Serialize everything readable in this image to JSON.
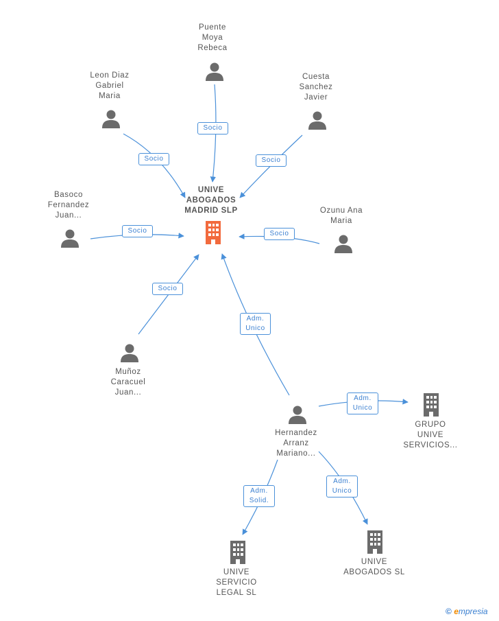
{
  "colors": {
    "edge": "#4a90d9",
    "person_icon": "#6b6b6b",
    "building": "#6b6b6b",
    "center_building": "#f26a3d",
    "label_text": "#555555"
  },
  "center": {
    "lines": [
      "UNIVE",
      "ABOGADOS",
      "MADRID  SLP"
    ],
    "icon": "building-icon"
  },
  "persons": [
    {
      "id": "puente",
      "lines": [
        "Puente",
        "Moya",
        "Rebeca"
      ],
      "icon": "person-icon"
    },
    {
      "id": "leon",
      "lines": [
        "Leon Diaz",
        "Gabriel",
        "Maria"
      ],
      "icon": "person-icon"
    },
    {
      "id": "cuesta",
      "lines": [
        "Cuesta",
        "Sanchez",
        "Javier"
      ],
      "icon": "person-icon"
    },
    {
      "id": "basoco",
      "lines": [
        "Basoco",
        "Fernandez",
        "Juan..."
      ],
      "icon": "person-icon"
    },
    {
      "id": "ozunu",
      "lines": [
        "Ozunu Ana",
        "Maria"
      ],
      "icon": "person-icon"
    },
    {
      "id": "munoz",
      "lines": [
        "Muñoz",
        "Caracuel",
        "Juan..."
      ],
      "icon": "person-icon"
    },
    {
      "id": "hernandez",
      "lines": [
        "Hernandez",
        "Arranz",
        "Mariano..."
      ],
      "icon": "person-icon"
    }
  ],
  "companies": [
    {
      "id": "grupo",
      "lines": [
        "GRUPO",
        "UNIVE",
        "SERVICIOS..."
      ],
      "icon": "building-icon"
    },
    {
      "id": "servicio",
      "lines": [
        "UNIVE",
        "SERVICIO",
        "LEGAL  SL"
      ],
      "icon": "building-icon"
    },
    {
      "id": "abogados",
      "lines": [
        "UNIVE",
        "ABOGADOS  SL"
      ],
      "icon": "building-icon"
    }
  ],
  "edges": [
    {
      "id": "e-puente",
      "lines": [
        "Socio"
      ]
    },
    {
      "id": "e-leon",
      "lines": [
        "Socio"
      ]
    },
    {
      "id": "e-cuesta",
      "lines": [
        "Socio"
      ]
    },
    {
      "id": "e-basoco",
      "lines": [
        "Socio"
      ]
    },
    {
      "id": "e-ozunu",
      "lines": [
        "Socio"
      ]
    },
    {
      "id": "e-munoz",
      "lines": [
        "Socio"
      ]
    },
    {
      "id": "e-hernandez-center",
      "lines": [
        "Adm.",
        "Unico"
      ]
    },
    {
      "id": "e-hernandez-grupo",
      "lines": [
        "Adm.",
        "Unico"
      ]
    },
    {
      "id": "e-hernandez-servicio",
      "lines": [
        "Adm.",
        "Solid."
      ]
    },
    {
      "id": "e-hernandez-abogados",
      "lines": [
        "Adm.",
        "Unico"
      ]
    }
  ],
  "brand": {
    "copyright": "©",
    "first_letter": "e",
    "rest": "mpresia"
  }
}
